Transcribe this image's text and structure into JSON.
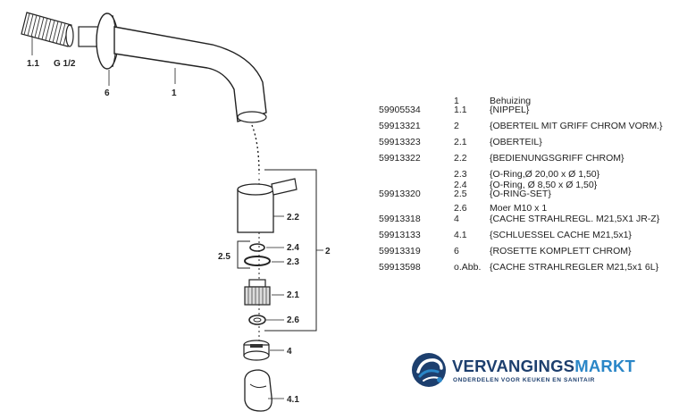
{
  "diagram": {
    "labels": {
      "nipple": "1.1",
      "thread": "G 1/2",
      "rosette": "6",
      "spout": "1",
      "handle": "2.2",
      "oring_set": "2.5",
      "oring_small": "2.4",
      "oring_large": "2.3",
      "upper_group": "2",
      "upper_part": "2.1",
      "nut": "2.6",
      "aerator": "4",
      "key": "4.1"
    }
  },
  "parts_list": [
    {
      "number": "",
      "position": "1",
      "description": "Behuizing"
    },
    {
      "number": "59905534",
      "position": "1.1",
      "description": "{NIPPEL}"
    },
    {
      "number": "59913321",
      "position": "2",
      "description": "{OBERTEIL MIT GRIFF CHROM VORM.}"
    },
    {
      "number": "59913323",
      "position": "2.1",
      "description": "{OBERTEIL}"
    },
    {
      "number": "59913322",
      "position": "2.2",
      "description": "{BEDIENUNGSGRIFF CHROM}"
    },
    {
      "number": "",
      "position": "2.3",
      "description": "{O-Ring,Ø 20,00 x Ø 1,50}"
    },
    {
      "number": "",
      "position": "2.4",
      "description": "{O-Ring, Ø 8,50 x Ø 1,50}"
    },
    {
      "number": "59913320",
      "position": "2.5",
      "description": "{O-RING-SET}"
    },
    {
      "number": "",
      "position": "2.6",
      "description": "Moer M10 x 1"
    },
    {
      "number": "59913318",
      "position": "4",
      "description": "{CACHE STRAHLREGL. M21,5X1 JR-Z}"
    },
    {
      "number": "59913133",
      "position": "4.1",
      "description": "{SCHLUESSEL CACHE M21,5x1}"
    },
    {
      "number": "59913319",
      "position": "6",
      "description": "{ROSETTE KOMPLETT CHROM}"
    },
    {
      "number": "59913598",
      "position": "o.Abb.",
      "description": "{CACHE STRAHLREGLER M21,5x1 6L}"
    }
  ],
  "logo": {
    "name_part_a": "VERVANGINGS",
    "name_part_b": "MARKT",
    "tagline": "ONDERDELEN VOOR KEUKEN EN SANITAIR",
    "colors": {
      "dark": "#1d3f6e",
      "light": "#2a86c7"
    },
    "icon": "swirl-logo-icon"
  }
}
